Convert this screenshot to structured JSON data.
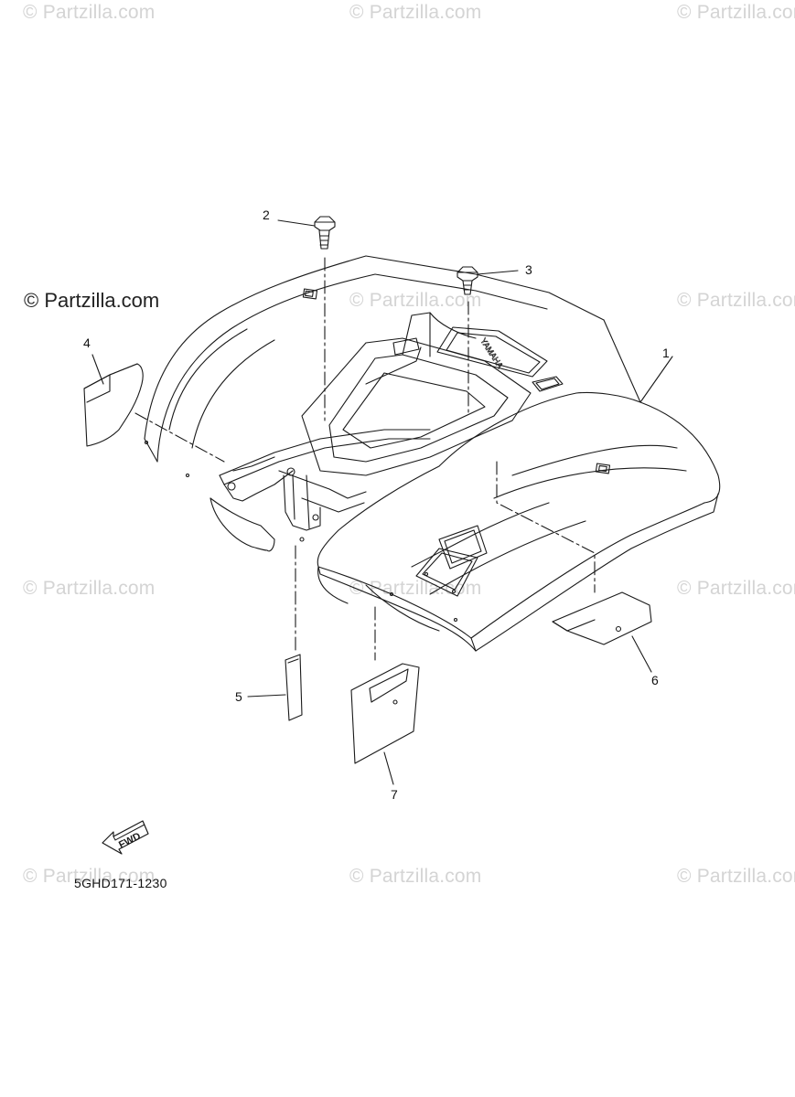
{
  "watermark": {
    "text": "© Partzilla.com",
    "main_text": "© Partzilla.com"
  },
  "diagram_code": "5GHD171-1230",
  "fwd_label": "FWD",
  "fender_logo": "YAMAHA",
  "callouts": [
    "1",
    "2",
    "3",
    "4",
    "5",
    "6",
    "7"
  ],
  "colors": {
    "line": "#1a1a1a",
    "watermark": "#d4d4d4",
    "background": "#ffffff"
  }
}
